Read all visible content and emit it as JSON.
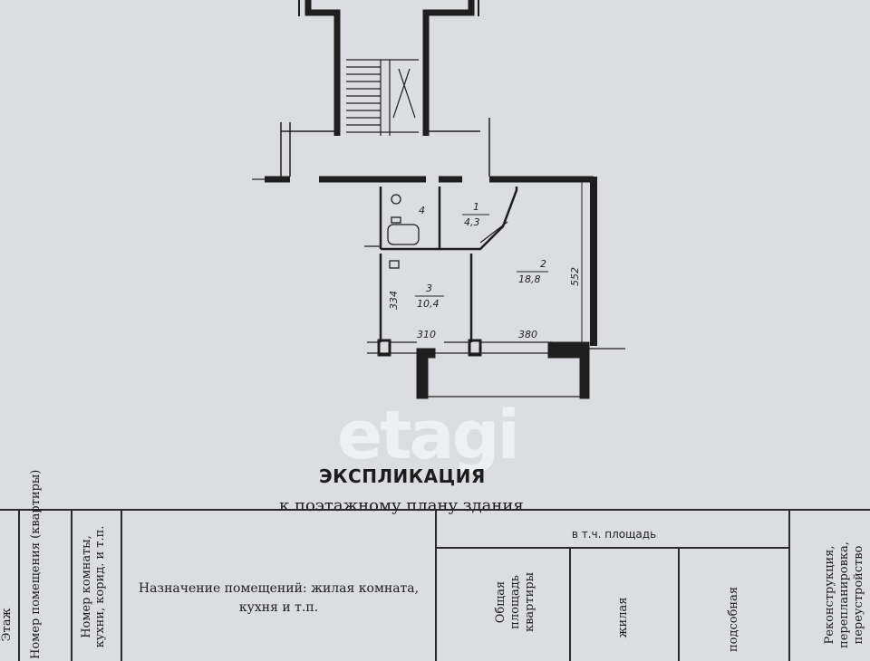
{
  "watermark": "etagi",
  "plan": {
    "rooms": [
      {
        "number": "1",
        "area": "4,3"
      },
      {
        "number": "2",
        "area": "18,8"
      },
      {
        "number": "3",
        "area": "10,4"
      },
      {
        "number": "4",
        "area": ""
      }
    ],
    "dimensions": {
      "width_a": "310",
      "width_b": "380",
      "height_left": "334",
      "height_right": "552"
    }
  },
  "explication": {
    "title": "ЭКСПЛИКАЦИЯ",
    "subtitle": "к поэтажному плану здания",
    "table": {
      "col_floor": "Этаж",
      "col_apartment_no": "Номер помещения (квартиры)",
      "col_room_no": "Номер комнаты, кухни, корид. и т.п.",
      "col_purpose": "Назначение помещений: жилая комната, кухня и т.п.",
      "group_including": "в т.ч. площадь",
      "col_total": "Общая площадь квартиры",
      "col_living": "жилая",
      "col_auxiliary": "подсобная",
      "col_reconstruction": "Реконструкция, перепланировка, переустройство"
    }
  }
}
